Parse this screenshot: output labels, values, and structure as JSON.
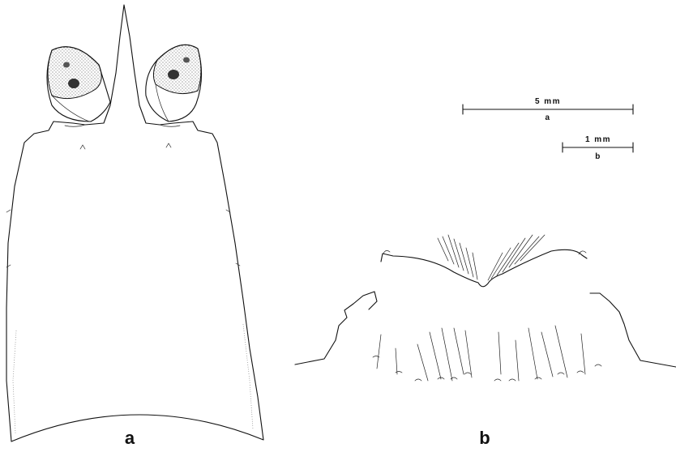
{
  "figure": {
    "panel_labels": {
      "a": "a",
      "b": "b"
    },
    "scale_bars": [
      {
        "length_label": "5 mm",
        "panel": "a"
      },
      {
        "length_label": "1 mm",
        "panel": "b"
      }
    ],
    "colors": {
      "ink": "#111111",
      "background": "#ffffff",
      "stipple": "#333333"
    }
  }
}
